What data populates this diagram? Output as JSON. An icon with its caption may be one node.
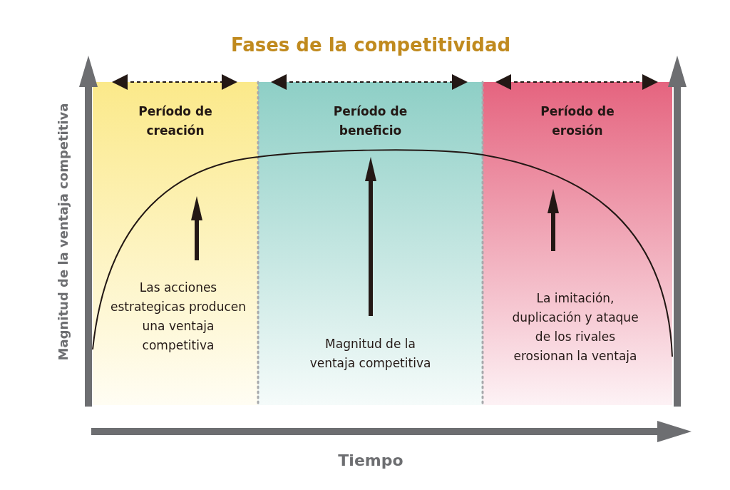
{
  "diagram": {
    "title": "Fases de la competitividad",
    "nodes": [
      {
        "text": [
          "Período de creación",
          "Las acciones estrategicas producen una ventaja competitiva"
        ]
      },
      {
        "text": [
          "Período de beneficio",
          "Magnitud de la ventaja competitiva"
        ]
      },
      {
        "text": [
          "Período de erosión",
          "La imitación, duplicación y ataque de los rivales erosionan la ventaja"
        ]
      }
    ],
    "labels": [
      "Magnitud de la ventaja competitiva",
      "Tiempo"
    ]
  }
}
